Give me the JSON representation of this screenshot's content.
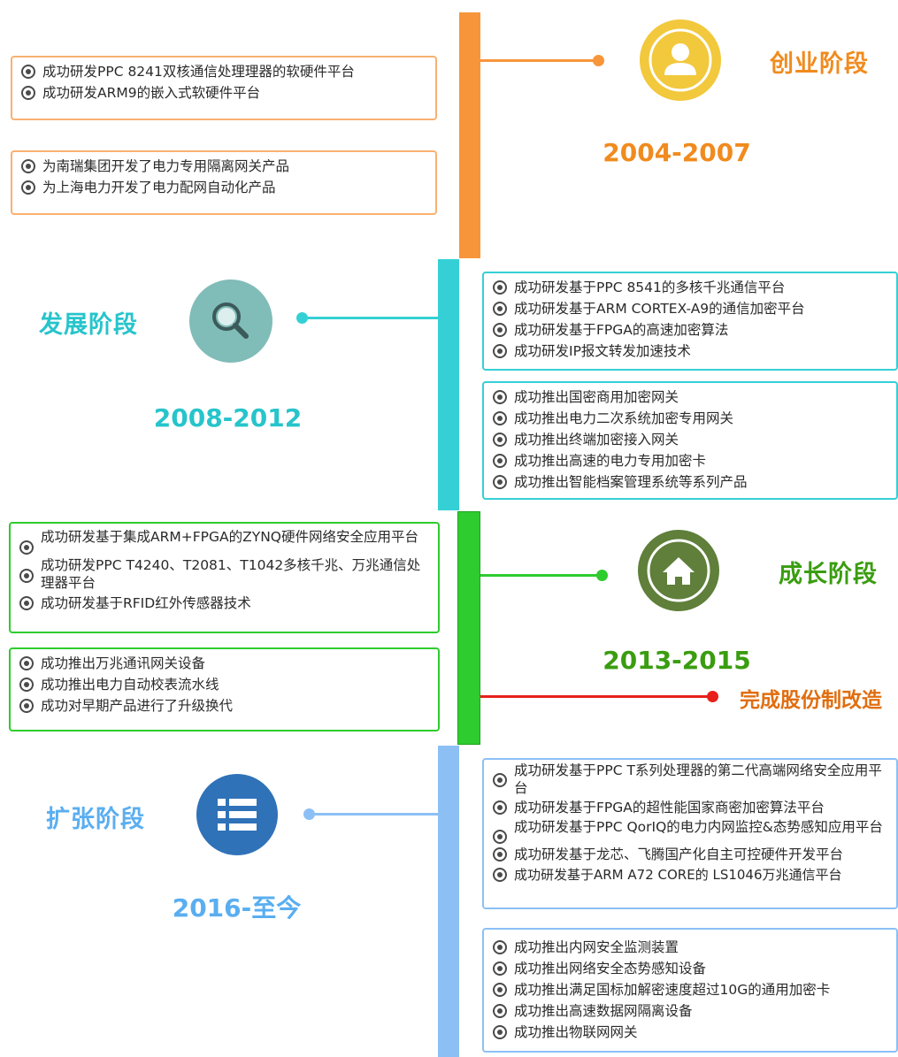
{
  "colors": {
    "orange": "#f7953a",
    "orange_text": "#f08b1e",
    "cyan": "#35d0d5",
    "cyan_text": "#27c4cb",
    "green": "#2ecc2e",
    "green_text": "#3a9d10",
    "blue": "#8cc0f5",
    "blue_text": "#5aaef0",
    "red": "#e8201a",
    "red_text": "#e06e10"
  },
  "stages": {
    "s1": {
      "title": "创业阶段",
      "years": "2004-2007",
      "icon": "user-icon",
      "box1": [
        "成功研发PPC 8241双核通信处理理器的软硬件平台",
        "成功研发ARM9的嵌入式软硬件平台"
      ],
      "box2": [
        "为南瑞集团开发了电力专用隔离网关产品",
        "为上海电力开发了电力配网自动化产品"
      ]
    },
    "s2": {
      "title": "发展阶段",
      "years": "2008-2012",
      "icon": "search-icon",
      "box1": [
        "成功研发基于PPC 8541的多核千兆通信平台",
        "成功研发基于ARM CORTEX-A9的通信加密平台",
        "成功研发基于FPGA的高速加密算法",
        "成功研发IP报文转发加速技术"
      ],
      "box2": [
        "成功推出国密商用加密网关",
        "成功推出电力二次系统加密专用网关",
        "成功推出终端加密接入网关",
        "成功推出高速的电力专用加密卡",
        "成功推出智能档案管理系统等系列产品"
      ]
    },
    "s3": {
      "title": "成长阶段",
      "years": "2013-2015",
      "icon": "home-icon",
      "milestone": "完成股份制改造",
      "box1": [
        "成功研发基于集成ARM+FPGA的ZYNQ硬件网络安全应用平台",
        "成功研发PPC T4240、T2081、T1042多核千兆、万兆通信处理器平台",
        "成功研发基于RFID红外传感器技术"
      ],
      "box2": [
        "成功推出万兆通讯网关设备",
        "成功推出电力自动校表流水线",
        "成功对早期产品进行了升级换代"
      ]
    },
    "s4": {
      "title": "扩张阶段",
      "years": "2016-至今",
      "icon": "list-icon",
      "box1": [
        "成功研发基于PPC T系列处理器的第二代高端网络安全应用平台",
        "成功研发基于FPGA的超性能国家商密加密算法平台",
        "成功研发基于PPC QorIQ的电力内网监控&态势感知应用平台",
        "成功研发基于龙芯、飞腾国产化自主可控硬件开发平台",
        "成功研发基于ARM A72 CORE的 LS1046万兆通信平台"
      ],
      "box2": [
        "成功推出内网安全监测装置",
        "成功推出网络安全态势感知设备",
        "成功推出满足国标加解密速度超过10G的通用加密卡",
        "成功推出高速数据网隔离设备",
        "成功推出物联网网关"
      ]
    }
  }
}
